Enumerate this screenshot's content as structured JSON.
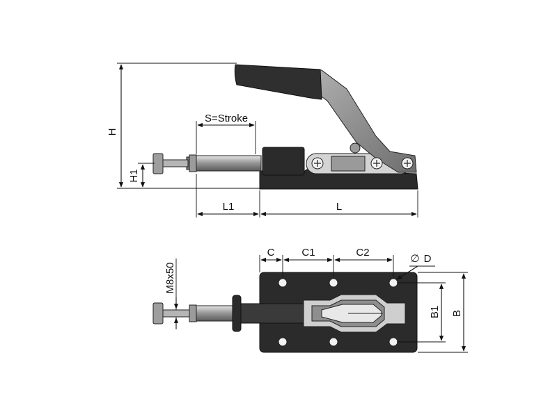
{
  "labels": {
    "H": "H",
    "H1": "H1",
    "stroke": "S=Stroke",
    "L1": "L1",
    "L": "L",
    "C": "C",
    "C1": "C1",
    "C2": "C2",
    "D": "D",
    "diameter_symbol": "∅",
    "thread": "M8x50",
    "B1": "B1",
    "B": "B"
  },
  "colors": {
    "base": "#2b2b2b",
    "handle_grip": "#2f2f2f",
    "handle_arm": "#8a8a8a",
    "steel": "#c9c9c9"
  }
}
